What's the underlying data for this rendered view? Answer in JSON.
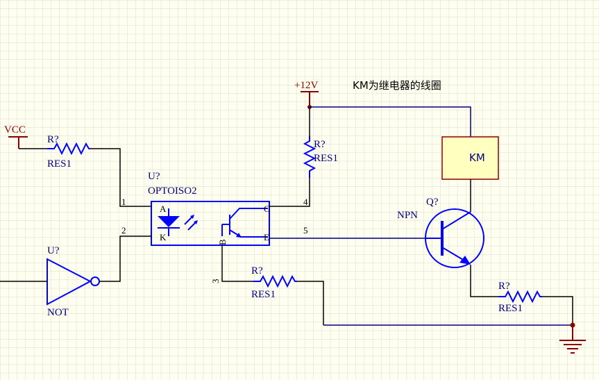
{
  "note": "KM为继电器的线圈",
  "power": {
    "vcc": "VCC",
    "v12": "+12V"
  },
  "r1": {
    "ref": "R?",
    "value": "RES1"
  },
  "r2": {
    "ref": "R?",
    "value": "RES1"
  },
  "r3": {
    "ref": "R?",
    "value": "RES1"
  },
  "r4": {
    "ref": "R?",
    "value": "RES1"
  },
  "opto": {
    "ref": "U?",
    "value": "OPTOISO2",
    "pin_a": "A",
    "pin_k": "K",
    "pin_c": "C",
    "pin_b": "B",
    "pin_e": "E"
  },
  "pins": {
    "p1": "1",
    "p2": "2",
    "p3": "3",
    "p4": "4",
    "p5": "5"
  },
  "gate": {
    "ref": "U?",
    "value": "NOT"
  },
  "transistor": {
    "ref": "Q?",
    "value": "NPN"
  },
  "relay": {
    "label": "KM"
  },
  "colors": {
    "background": "#fffff0",
    "grid": "#d8d8d0",
    "wire": "#000080",
    "component": "#0000ff",
    "power": "#8b0000",
    "relay_fill": "#ffffc0"
  }
}
